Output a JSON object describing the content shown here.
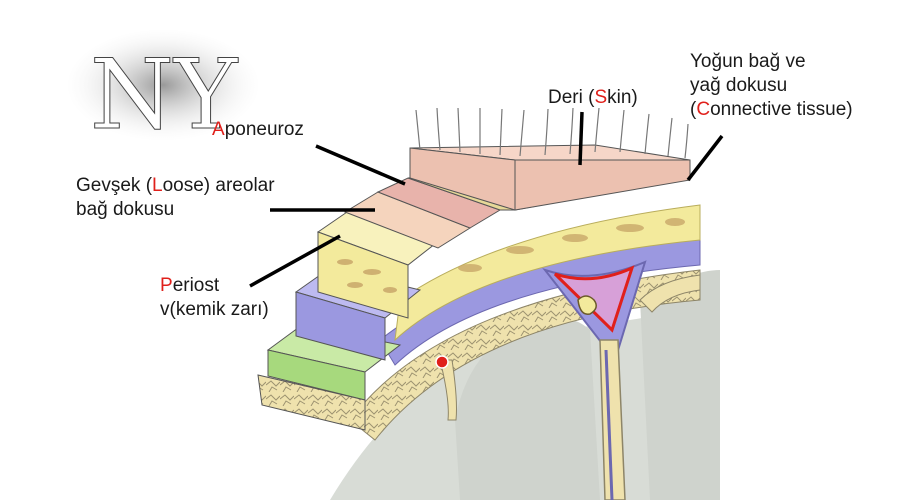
{
  "logo": {
    "text": "NY"
  },
  "labels": {
    "aponeuroz": {
      "hl": "A",
      "rest": "poneuroz"
    },
    "gevsek": {
      "line1": {
        "pre": "Gevşek (",
        "hl": "L",
        "post": "oose) areolar"
      },
      "line2": "bağ dokusu"
    },
    "periost": {
      "line1": {
        "hl": "P",
        "rest": "eriost"
      },
      "line2": "v(kemik zarı)"
    },
    "deri": {
      "pre": "Deri (",
      "hl": "S",
      "post": "kin)"
    },
    "yogun": {
      "line1": "Yoğun bağ ve",
      "line2": "yağ dokusu",
      "line3": {
        "pre": "(",
        "hl": "C",
        "post": "onnective tissue)"
      }
    }
  },
  "colors": {
    "highlight": "#e0201b",
    "skin": "#ecc1b0",
    "connective": "#e6d898",
    "aponeurosis": "#e8b3ab",
    "loose_areolar": "#f2c9ad",
    "periosteum": "#f3ea9c",
    "bone": "#9b98e0",
    "dura": "#a7d97d",
    "brain": "#d8dcd6",
    "sinus": "#d7a0d8"
  }
}
